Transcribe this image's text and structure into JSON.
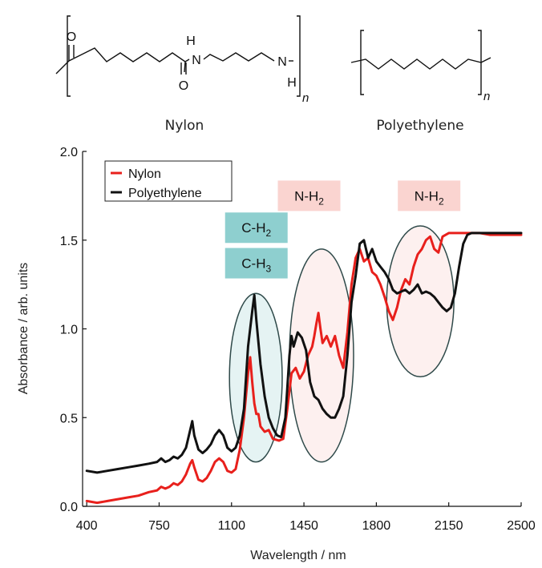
{
  "structures": {
    "nylon": {
      "name": "Nylon",
      "atom_o_top": "O",
      "atom_o_bottom": "O",
      "atom_n1": "N",
      "atom_h1": "H",
      "atom_n2": "N",
      "atom_h2": "H",
      "subscript": "n"
    },
    "polyethylene": {
      "name": "Polyethylene",
      "subscript": "n"
    }
  },
  "chart_data": {
    "type": "line",
    "xlabel": "Wavelength / nm",
    "ylabel": "Absorbance / arb. units",
    "xlim": [
      380,
      2500
    ],
    "ylim": [
      0,
      2.0
    ],
    "xticks": [
      400,
      750,
      1100,
      1450,
      1800,
      2150,
      2500
    ],
    "yticks": [
      0.0,
      0.5,
      1.0,
      1.5,
      2.0
    ],
    "ytick_labels": [
      "0.0",
      "0.5",
      "1.0",
      "1.5",
      "2.0"
    ],
    "grid": false,
    "legend_position": "top-left",
    "series": [
      {
        "name": "Nylon",
        "color": "#e8201c",
        "points": [
          [
            400,
            0.03
          ],
          [
            450,
            0.02
          ],
          [
            500,
            0.03
          ],
          [
            550,
            0.04
          ],
          [
            600,
            0.05
          ],
          [
            650,
            0.06
          ],
          [
            700,
            0.08
          ],
          [
            740,
            0.09
          ],
          [
            760,
            0.11
          ],
          [
            780,
            0.1
          ],
          [
            800,
            0.11
          ],
          [
            820,
            0.13
          ],
          [
            840,
            0.12
          ],
          [
            860,
            0.14
          ],
          [
            880,
            0.18
          ],
          [
            900,
            0.24
          ],
          [
            910,
            0.26
          ],
          [
            920,
            0.22
          ],
          [
            940,
            0.15
          ],
          [
            960,
            0.14
          ],
          [
            980,
            0.16
          ],
          [
            1000,
            0.2
          ],
          [
            1020,
            0.25
          ],
          [
            1040,
            0.27
          ],
          [
            1060,
            0.25
          ],
          [
            1080,
            0.2
          ],
          [
            1100,
            0.19
          ],
          [
            1120,
            0.21
          ],
          [
            1140,
            0.32
          ],
          [
            1160,
            0.5
          ],
          [
            1180,
            0.75
          ],
          [
            1190,
            0.84
          ],
          [
            1200,
            0.7
          ],
          [
            1210,
            0.58
          ],
          [
            1220,
            0.52
          ],
          [
            1230,
            0.52
          ],
          [
            1240,
            0.45
          ],
          [
            1260,
            0.42
          ],
          [
            1280,
            0.43
          ],
          [
            1300,
            0.38
          ],
          [
            1330,
            0.37
          ],
          [
            1350,
            0.38
          ],
          [
            1370,
            0.55
          ],
          [
            1390,
            0.75
          ],
          [
            1410,
            0.78
          ],
          [
            1430,
            0.72
          ],
          [
            1450,
            0.76
          ],
          [
            1470,
            0.85
          ],
          [
            1490,
            0.9
          ],
          [
            1500,
            0.96
          ],
          [
            1510,
            1.03
          ],
          [
            1520,
            1.09
          ],
          [
            1530,
            1.0
          ],
          [
            1540,
            0.92
          ],
          [
            1560,
            0.96
          ],
          [
            1580,
            0.9
          ],
          [
            1600,
            0.96
          ],
          [
            1620,
            0.85
          ],
          [
            1640,
            0.78
          ],
          [
            1660,
            0.98
          ],
          [
            1680,
            1.25
          ],
          [
            1700,
            1.4
          ],
          [
            1720,
            1.45
          ],
          [
            1740,
            1.38
          ],
          [
            1760,
            1.4
          ],
          [
            1780,
            1.32
          ],
          [
            1800,
            1.3
          ],
          [
            1820,
            1.25
          ],
          [
            1840,
            1.18
          ],
          [
            1860,
            1.1
          ],
          [
            1880,
            1.05
          ],
          [
            1900,
            1.12
          ],
          [
            1920,
            1.22
          ],
          [
            1940,
            1.28
          ],
          [
            1960,
            1.25
          ],
          [
            1980,
            1.35
          ],
          [
            2000,
            1.42
          ],
          [
            2020,
            1.45
          ],
          [
            2040,
            1.5
          ],
          [
            2060,
            1.52
          ],
          [
            2080,
            1.45
          ],
          [
            2100,
            1.43
          ],
          [
            2120,
            1.52
          ],
          [
            2150,
            1.54
          ],
          [
            2200,
            1.54
          ],
          [
            2250,
            1.54
          ],
          [
            2300,
            1.54
          ],
          [
            2350,
            1.53
          ],
          [
            2400,
            1.53
          ],
          [
            2450,
            1.53
          ],
          [
            2500,
            1.53
          ]
        ]
      },
      {
        "name": "Polyethylene",
        "color": "#111111",
        "points": [
          [
            400,
            0.2
          ],
          [
            450,
            0.19
          ],
          [
            500,
            0.2
          ],
          [
            550,
            0.21
          ],
          [
            600,
            0.22
          ],
          [
            650,
            0.23
          ],
          [
            700,
            0.24
          ],
          [
            740,
            0.25
          ],
          [
            760,
            0.27
          ],
          [
            780,
            0.25
          ],
          [
            800,
            0.26
          ],
          [
            820,
            0.28
          ],
          [
            840,
            0.27
          ],
          [
            860,
            0.29
          ],
          [
            880,
            0.33
          ],
          [
            900,
            0.43
          ],
          [
            910,
            0.48
          ],
          [
            920,
            0.4
          ],
          [
            940,
            0.32
          ],
          [
            960,
            0.3
          ],
          [
            980,
            0.32
          ],
          [
            1000,
            0.35
          ],
          [
            1020,
            0.4
          ],
          [
            1040,
            0.43
          ],
          [
            1060,
            0.4
          ],
          [
            1080,
            0.33
          ],
          [
            1100,
            0.31
          ],
          [
            1120,
            0.33
          ],
          [
            1140,
            0.4
          ],
          [
            1160,
            0.55
          ],
          [
            1180,
            0.9
          ],
          [
            1200,
            1.1
          ],
          [
            1210,
            1.19
          ],
          [
            1220,
            1.05
          ],
          [
            1240,
            0.8
          ],
          [
            1260,
            0.62
          ],
          [
            1280,
            0.5
          ],
          [
            1300,
            0.44
          ],
          [
            1320,
            0.4
          ],
          [
            1340,
            0.39
          ],
          [
            1360,
            0.5
          ],
          [
            1380,
            0.85
          ],
          [
            1390,
            0.96
          ],
          [
            1400,
            0.9
          ],
          [
            1420,
            0.98
          ],
          [
            1440,
            0.95
          ],
          [
            1460,
            0.88
          ],
          [
            1480,
            0.7
          ],
          [
            1500,
            0.62
          ],
          [
            1520,
            0.6
          ],
          [
            1540,
            0.55
          ],
          [
            1560,
            0.52
          ],
          [
            1580,
            0.5
          ],
          [
            1600,
            0.5
          ],
          [
            1620,
            0.55
          ],
          [
            1640,
            0.62
          ],
          [
            1660,
            0.85
          ],
          [
            1680,
            1.15
          ],
          [
            1700,
            1.3
          ],
          [
            1720,
            1.48
          ],
          [
            1740,
            1.5
          ],
          [
            1760,
            1.4
          ],
          [
            1780,
            1.45
          ],
          [
            1800,
            1.38
          ],
          [
            1820,
            1.35
          ],
          [
            1840,
            1.32
          ],
          [
            1860,
            1.28
          ],
          [
            1880,
            1.22
          ],
          [
            1900,
            1.2
          ],
          [
            1920,
            1.21
          ],
          [
            1940,
            1.22
          ],
          [
            1960,
            1.2
          ],
          [
            1980,
            1.22
          ],
          [
            2000,
            1.25
          ],
          [
            2020,
            1.2
          ],
          [
            2040,
            1.21
          ],
          [
            2060,
            1.2
          ],
          [
            2080,
            1.18
          ],
          [
            2100,
            1.15
          ],
          [
            2120,
            1.12
          ],
          [
            2140,
            1.1
          ],
          [
            2160,
            1.12
          ],
          [
            2180,
            1.2
          ],
          [
            2200,
            1.35
          ],
          [
            2220,
            1.48
          ],
          [
            2240,
            1.53
          ],
          [
            2260,
            1.54
          ],
          [
            2300,
            1.54
          ],
          [
            2350,
            1.54
          ],
          [
            2400,
            1.54
          ],
          [
            2450,
            1.54
          ],
          [
            2500,
            1.54
          ]
        ]
      }
    ],
    "band_labels": [
      {
        "text": "C-H",
        "sub": "2",
        "color": "#8ecfcf",
        "x": 1220,
        "y": 1.57
      },
      {
        "text": "C-H",
        "sub": "3",
        "color": "#8ecfcf",
        "x": 1220,
        "y": 1.37
      },
      {
        "text": "N-H",
        "sub": "2",
        "color": "#fad4d0",
        "x": 1475,
        "y": 1.75
      },
      {
        "text": "N-H",
        "sub": "2",
        "color": "#fad4d0",
        "x": 2055,
        "y": 1.75
      }
    ],
    "highlight_regions": [
      {
        "name": "ch-region",
        "x_range": [
          1090,
          1345
        ],
        "y_range": [
          0.25,
          1.2
        ],
        "color": "#b4dcdc"
      },
      {
        "name": "nh-region-1",
        "x_range": [
          1380,
          1690
        ],
        "y_range": [
          0.25,
          1.45
        ],
        "color": "#fad4d0"
      },
      {
        "name": "nh-region-2",
        "x_range": [
          1850,
          2175
        ],
        "y_range": [
          0.73,
          1.58
        ],
        "color": "#fad4d0"
      }
    ]
  }
}
